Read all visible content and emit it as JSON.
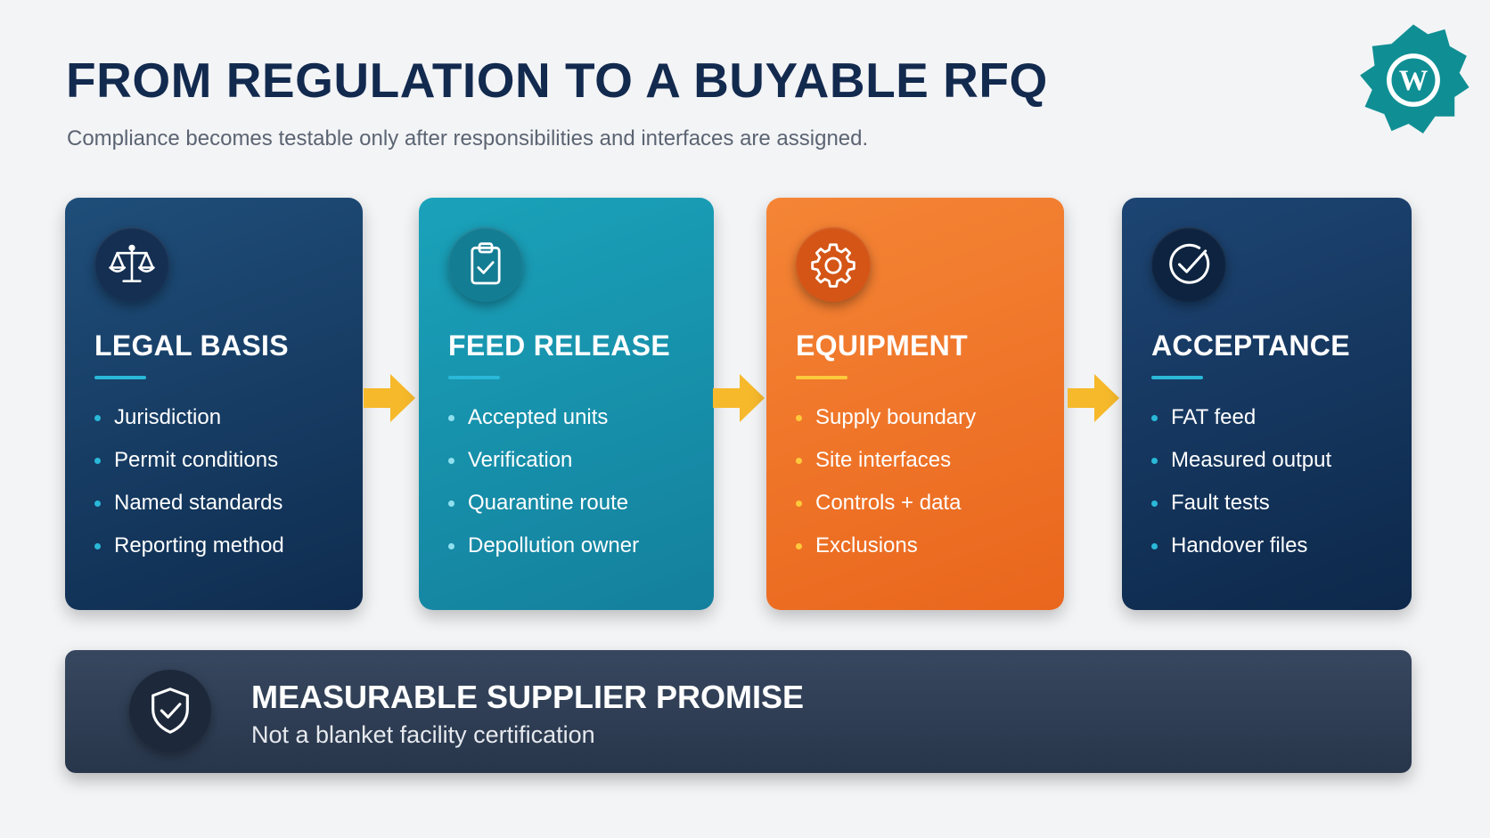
{
  "header": {
    "title": "FROM REGULATION TO A BUYABLE RFQ",
    "subtitle": "Compliance becomes testable only after responsibilities and interfaces are assigned."
  },
  "logo": {
    "icon": "gear-logo-icon",
    "color": "#0f8f94"
  },
  "cards": [
    {
      "title": "LEGAL BASIS",
      "icon": "scales-icon",
      "color": "#153a63",
      "items": [
        "Jurisdiction",
        "Permit conditions",
        "Named standards",
        "Reporting method"
      ]
    },
    {
      "title": "FEED RELEASE",
      "icon": "clipboard-check-icon",
      "color": "#1893ad",
      "items": [
        "Accepted units",
        "Verification",
        "Quarantine route",
        "Depollution owner"
      ]
    },
    {
      "title": "EQUIPMENT",
      "icon": "gear-icon",
      "color": "#ef7428",
      "items": [
        "Supply boundary",
        "Site interfaces",
        "Controls + data",
        "Exclusions"
      ]
    },
    {
      "title": "ACCEPTANCE",
      "icon": "check-circle-icon",
      "color": "#12325a",
      "items": [
        "FAT feed",
        "Measured output",
        "Fault tests",
        "Handover files"
      ]
    }
  ],
  "arrows": {
    "icon": "arrow-right-icon",
    "color": "#f6b92b"
  },
  "banner": {
    "icon": "shield-check-icon",
    "title": "MEASURABLE SUPPLIER PROMISE",
    "subtitle": "Not a blanket facility certification"
  }
}
